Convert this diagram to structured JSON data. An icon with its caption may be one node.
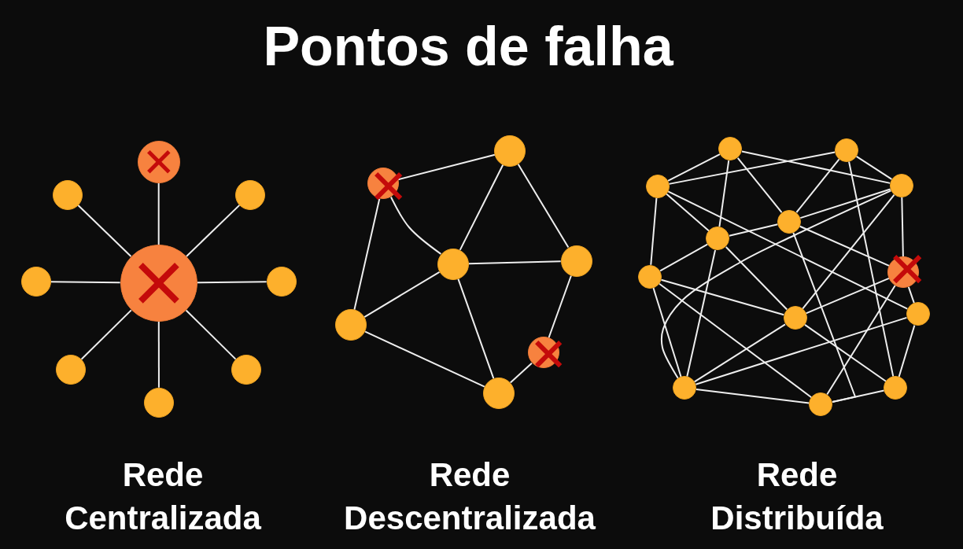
{
  "diagram": {
    "title": "Pontos de falha",
    "nodes": [
      {
        "text": [],
        "shape": "circle"
      },
      {
        "text": [],
        "shape": "circle"
      },
      {
        "text": [],
        "shape": "circle"
      },
      {
        "text": [],
        "shape": "circle"
      },
      {
        "text": [],
        "shape": "circle"
      },
      {
        "text": [],
        "shape": "circle"
      },
      {
        "text": [],
        "shape": "circle"
      },
      {
        "text": [],
        "shape": "circle"
      },
      {
        "text": [],
        "shape": "circle"
      },
      {
        "text": [],
        "shape": "circle"
      },
      {
        "text": [],
        "shape": "circle"
      },
      {
        "text": [],
        "shape": "circle"
      },
      {
        "text": [],
        "shape": "circle"
      },
      {
        "text": [],
        "shape": "circle"
      },
      {
        "text": [],
        "shape": "circle"
      },
      {
        "text": [],
        "shape": "circle"
      },
      {
        "text": [],
        "shape": "circle"
      },
      {
        "text": [],
        "shape": "circle"
      },
      {
        "text": [],
        "shape": "circle"
      },
      {
        "text": [],
        "shape": "circle"
      },
      {
        "text": [],
        "shape": "circle"
      },
      {
        "text": [],
        "shape": "circle"
      },
      {
        "text": [],
        "shape": "circle"
      },
      {
        "text": [],
        "shape": "circle"
      },
      {
        "text": [],
        "shape": "circle"
      },
      {
        "text": [],
        "shape": "circle"
      },
      {
        "text": [],
        "shape": "circle"
      },
      {
        "text": [],
        "shape": "circle"
      },
      {
        "text": [],
        "shape": "circle"
      }
    ],
    "edges": [
      {
        "from": 4,
        "to": 0,
        "arrow": "none"
      },
      {
        "from": 4,
        "to": 1,
        "arrow": "none"
      },
      {
        "from": 4,
        "to": 2,
        "arrow": "none"
      },
      {
        "from": 4,
        "to": 3,
        "arrow": "none"
      },
      {
        "from": 4,
        "to": 5,
        "arrow": "none"
      },
      {
        "from": 4,
        "to": 6,
        "arrow": "none"
      },
      {
        "from": 4,
        "to": 7,
        "arrow": "none"
      },
      {
        "from": 4,
        "to": 8,
        "arrow": "none"
      },
      {
        "from": 10,
        "to": 9,
        "arrow": "none"
      },
      {
        "from": 10,
        "to": 11,
        "arrow": "none"
      },
      {
        "from": 10,
        "to": 13,
        "arrow": "none"
      },
      {
        "from": 9,
        "to": 11,
        "arrow": "none"
      },
      {
        "from": 9,
        "to": 12,
        "arrow": "none"
      },
      {
        "from": 11,
        "to": 12,
        "arrow": "none"
      },
      {
        "from": 11,
        "to": 13,
        "arrow": "none"
      },
      {
        "from": 11,
        "to": 15,
        "arrow": "none"
      },
      {
        "from": 13,
        "to": 15,
        "arrow": "none"
      },
      {
        "from": 12,
        "to": 14,
        "arrow": "none"
      },
      {
        "from": 14,
        "to": 15,
        "arrow": "none"
      },
      {
        "from": 16,
        "to": 18,
        "arrow": "none"
      },
      {
        "from": 16,
        "to": 19,
        "arrow": "none"
      },
      {
        "from": 16,
        "to": 21,
        "arrow": "none"
      },
      {
        "from": 16,
        "to": 20,
        "arrow": "none"
      },
      {
        "from": 18,
        "to": 17,
        "arrow": "none"
      },
      {
        "from": 18,
        "to": 21,
        "arrow": "none"
      },
      {
        "from": 18,
        "to": 24,
        "arrow": "none"
      },
      {
        "from": 18,
        "to": 23,
        "arrow": "none"
      },
      {
        "from": 17,
        "to": 19,
        "arrow": "none"
      },
      {
        "from": 17,
        "to": 20,
        "arrow": "none"
      },
      {
        "from": 17,
        "to": 27,
        "arrow": "none"
      },
      {
        "from": 19,
        "to": 20,
        "arrow": "none"
      },
      {
        "from": 19,
        "to": 22,
        "arrow": "none"
      },
      {
        "from": 19,
        "to": 25,
        "arrow": "none"
      },
      {
        "from": 19,
        "to": 26,
        "arrow": "none"
      },
      {
        "from": 20,
        "to": 21,
        "arrow": "none"
      },
      {
        "from": 20,
        "to": 22,
        "arrow": "none"
      },
      {
        "from": 20,
        "to": 28,
        "arrow": "none"
      },
      {
        "from": 21,
        "to": 23,
        "arrow": "none"
      },
      {
        "from": 21,
        "to": 26,
        "arrow": "none"
      },
      {
        "from": 21,
        "to": 25,
        "arrow": "none"
      },
      {
        "from": 23,
        "to": 25,
        "arrow": "none"
      },
      {
        "from": 23,
        "to": 28,
        "arrow": "none"
      },
      {
        "from": 23,
        "to": 26,
        "arrow": "none"
      },
      {
        "from": 22,
        "to": 24,
        "arrow": "none"
      },
      {
        "from": 22,
        "to": 25,
        "arrow": "none"
      },
      {
        "from": 22,
        "to": 28,
        "arrow": "none"
      },
      {
        "from": 24,
        "to": 27,
        "arrow": "none"
      },
      {
        "from": 24,
        "to": 26,
        "arrow": "none"
      },
      {
        "from": 25,
        "to": 26,
        "arrow": "none"
      },
      {
        "from": 25,
        "to": 27,
        "arrow": "none"
      },
      {
        "from": 26,
        "to": 28,
        "arrow": "none"
      },
      {
        "from": 27,
        "to": 28,
        "arrow": "none"
      }
    ],
    "labels": [
      "Rede Centralizada",
      "Rede Descentralizada",
      "Rede Distribuída"
    ]
  }
}
